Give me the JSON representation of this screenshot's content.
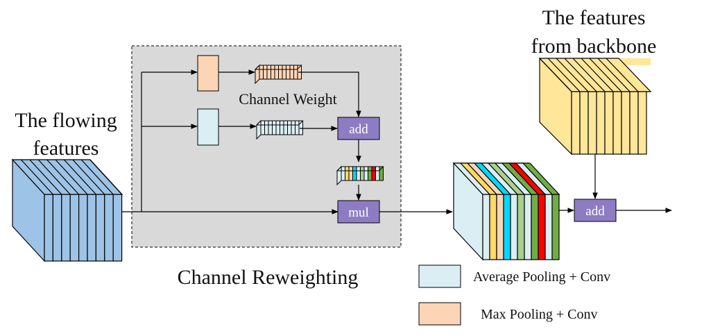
{
  "title_flowing": [
    "The flowing",
    "features"
  ],
  "title_backbone": [
    "The features",
    "from backbone"
  ],
  "channel_weight_label": "Channel Weight",
  "reweighting_label": "Channel Reweighting",
  "ops": {
    "add_top": "add",
    "mul": "mul",
    "add_right": "add"
  },
  "legend": [
    {
      "label": "Average Pooling + Conv",
      "color": "#daeef3"
    },
    {
      "label": "Max Pooling + Conv",
      "color": "#fbd5b5"
    }
  ],
  "colors": {
    "flowing": "#9dc3e6",
    "backbone": "#ffe699",
    "op_box": "#8e7cc3",
    "reweight_bg": "#d9d9d9",
    "max_pool": "#fbd5b5",
    "avg_pool": "#daeef3",
    "weighted_stripes": [
      "#daeef3",
      "#ffd966",
      "#fbd5b5",
      "#00d8ff",
      "#daeef3",
      "#a9d08e",
      "#daeef3",
      "#70ad47",
      "#ff0000",
      "#daeef3",
      "#70ad47"
    ]
  }
}
